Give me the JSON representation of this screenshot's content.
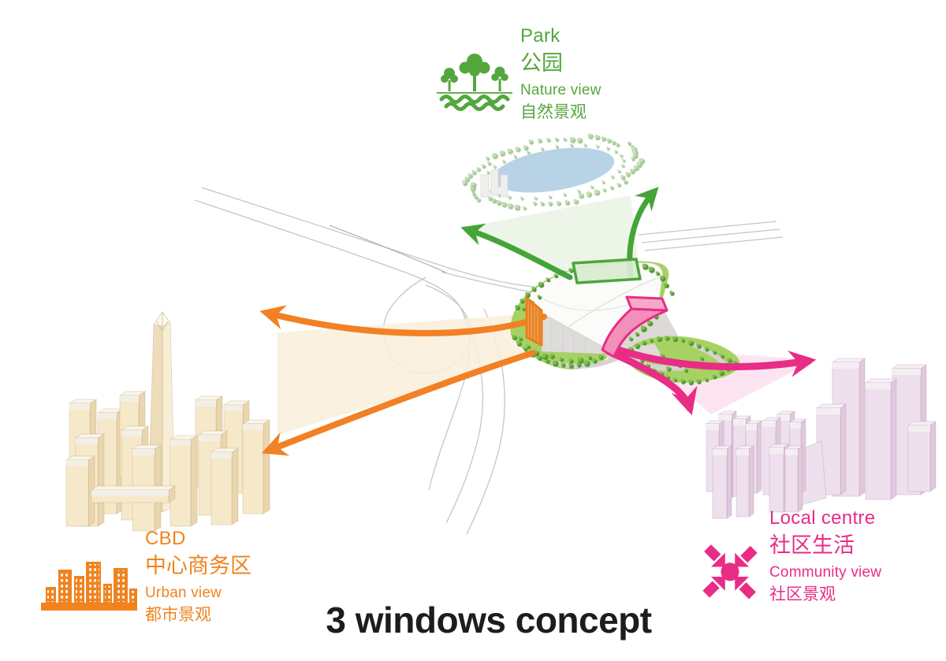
{
  "title": "3 windows concept",
  "legend": {
    "park": {
      "icon": "park-trees-icon",
      "color": "#54a73e",
      "title": "Park",
      "title_zh": "公园",
      "view": "Nature view",
      "view_zh": "自然景观"
    },
    "cbd": {
      "icon": "city-skyline-icon",
      "color": "#f0831f",
      "title": "CBD",
      "title_zh": "中心商务区",
      "view": "Urban view",
      "view_zh": "都市景观"
    },
    "local_centre": {
      "icon": "converging-arrows-icon",
      "color": "#e92c86",
      "title": "Local centre",
      "title_zh": "社区生活",
      "view": "Community view",
      "view_zh": "社区景观"
    }
  }
}
